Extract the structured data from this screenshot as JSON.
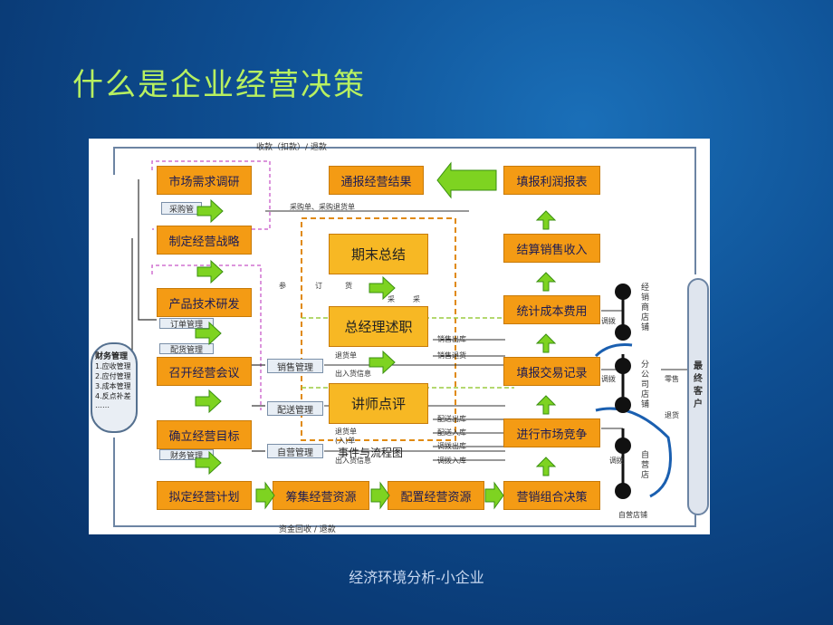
{
  "slide": {
    "title": "什么是企业经营决策",
    "footer": "经济环境分析-小企业"
  },
  "diagram": {
    "top_label": "收款（扣款）/ 退款",
    "bottom_label": "资金回收 / 退款",
    "left_column": [
      "市场需求调研",
      "制定经营战略",
      "产品技术研发",
      "召开经营会议",
      "确立经营目标",
      "拟定经营计划"
    ],
    "bottom_row": [
      "筹集经营资源",
      "配置经营资源",
      "营销组合决策"
    ],
    "right_column": [
      "填报利润报表",
      "结算销售收入",
      "统计成本费用",
      "填报交易记录",
      "进行市场竞争"
    ],
    "top_center": "通报经营结果",
    "center_boxes": [
      "期末总结",
      "总经理述职",
      "讲师点评"
    ],
    "center_caption": "事件与流程图",
    "finance": {
      "title": "财务管理",
      "items": [
        "1.应收管理",
        "2.应付管理",
        "3.成本管理",
        "4.反点补差"
      ],
      "dots": "……"
    },
    "small_boxes": [
      "采购管",
      "订单管理",
      "配货管理",
      "销售管理",
      "配送管理",
      "自营管理",
      "财务管理"
    ],
    "flow_labels": [
      "采购单、采购退货单",
      "参",
      "订",
      "货",
      "退货单",
      "出入货信息",
      "销售出库",
      "销售退货",
      "配送出库",
      "配送入库",
      "调拨出库",
      "调拨入库",
      "出入货信息",
      "(入)单",
      "退货单",
      "采",
      "采",
      "调拨",
      "调拨",
      "调拨",
      "零售",
      "退货"
    ],
    "stores": [
      "经销商店铺",
      "分公司店铺",
      "自营店"
    ],
    "customer": "最终客户",
    "bottom_store_label": "自营店铺"
  }
}
